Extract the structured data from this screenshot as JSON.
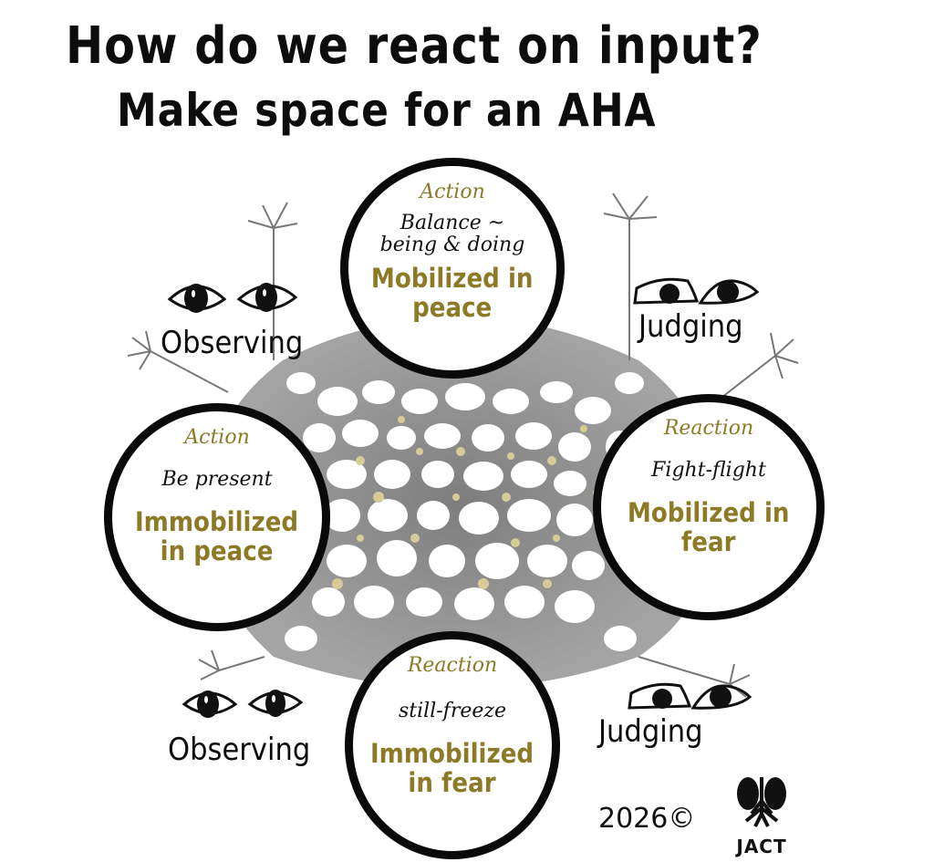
{
  "title": {
    "line1": "How do we react on input?",
    "line2": "Make space for an AHA"
  },
  "colors": {
    "accent_gold": "#8c7a26",
    "ink": "#0d0d0d",
    "network_gray": "#8a8a8a",
    "network_gold": "#d6cc98"
  },
  "circles": {
    "top": {
      "kind": "Action",
      "behavior": "Balance ~\nbeing & doing",
      "state": "Mobilized in\npeace"
    },
    "left": {
      "kind": "Action",
      "behavior": "Be present",
      "state": "Immobilized\nin peace"
    },
    "right": {
      "kind": "Reaction",
      "behavior": "Fight-flight",
      "state": "Mobilized in\nfear"
    },
    "bottom": {
      "kind": "Reaction",
      "behavior": "still-freeze",
      "state": "Immobilized\nin fear"
    }
  },
  "labels": {
    "top_left": "Observing",
    "top_right": "Judging",
    "bottom_left": "Observing",
    "bottom_right": "Judging"
  },
  "icons": {
    "observing_eyes": "open-eyes-icon",
    "judging_eyes": "narrowed-eyes-icon",
    "network": "neural-network-web",
    "logo": "tree-roots-logo"
  },
  "footer": {
    "copyright": "2026©",
    "logo_text": "JACT"
  }
}
